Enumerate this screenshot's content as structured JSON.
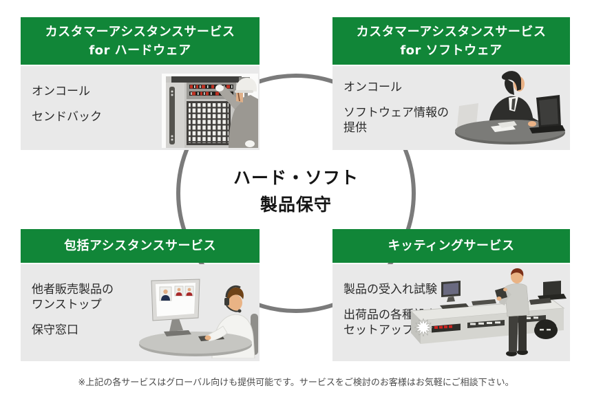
{
  "center": {
    "label": "ハード・ソフト\n製品保守"
  },
  "boxes": [
    {
      "id": "customer-assistance-hardware",
      "title": "カスタマーアシスタンスサービス\nfor ハードウェア",
      "items": [
        "オンコール",
        "センドバック"
      ],
      "illustration": "technician-servicing-hardware-rack-illustration"
    },
    {
      "id": "customer-assistance-software",
      "title": "カスタマーアシスタンスサービス\nfor ソフトウェア",
      "items": [
        "オンコール",
        "ソフトウェア情報の\n提供"
      ],
      "illustration": "businessman-working-on-laptop-illustration"
    },
    {
      "id": "comprehensive-assistance",
      "title": "包括アシスタンスサービス",
      "items": [
        "他者販売製品の\nワンストップ",
        "保守窓口"
      ],
      "illustration": "support-operator-with-headset-illustration"
    },
    {
      "id": "kitting-service",
      "title": "キッティングサービス",
      "items": [
        "製品の受入れ試験",
        "出荷品の各種設定の\nセットアップ"
      ],
      "illustration": "engineer-at-kitting-bench-illustration"
    }
  ],
  "footnote": "※上記の各サービスはグローバル向けも提供可能です。サービスをご検討のお客様はお気軽にご相談下さい。",
  "colors": {
    "header_green": "#118638",
    "box_body_gray": "#e9e9e9",
    "ring_gray": "#7b7b7b",
    "body_text": "#2b2b2b"
  }
}
